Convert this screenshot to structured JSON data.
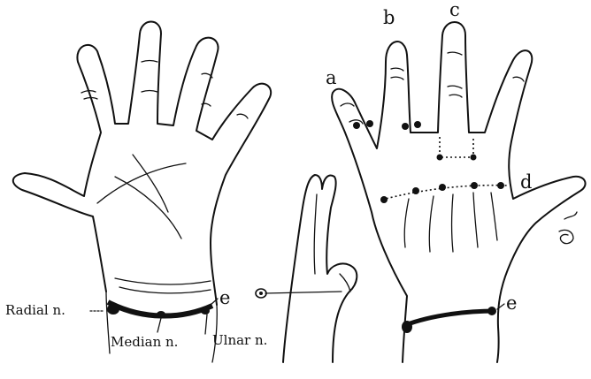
{
  "labels": {
    "a": "a",
    "b": "b",
    "c": "c",
    "d": "d",
    "e_left": "e",
    "e_right": "e",
    "radial": "Radial n.",
    "median": "Median n.",
    "ulnar": "Ulnar n."
  },
  "colors": {
    "ink": "#111111",
    "background": "#ffffff"
  }
}
